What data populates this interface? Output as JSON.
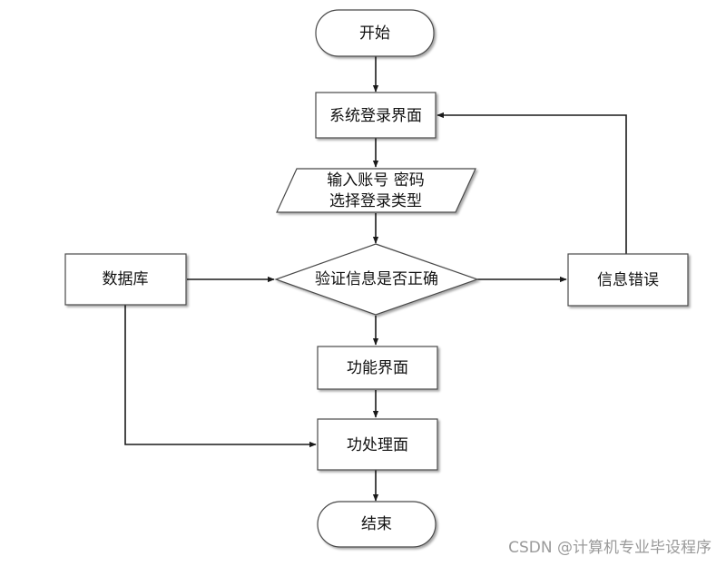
{
  "nodes": {
    "start": "开始",
    "login": "系统登录界面",
    "input_line1": "输入账号 密码",
    "input_line2": "选择登录类型",
    "database": "数据库",
    "verify": "验证信息是否正确",
    "error": "信息错误",
    "function": "功能界面",
    "process": "功处理面",
    "end": "结束"
  },
  "watermark": "CSDN @计算机专业毕设程序",
  "colors": {
    "stroke": "#4a4a4a",
    "edge": "#1a1a1a",
    "text": "#111111",
    "watermark": "#9a9a9a"
  }
}
